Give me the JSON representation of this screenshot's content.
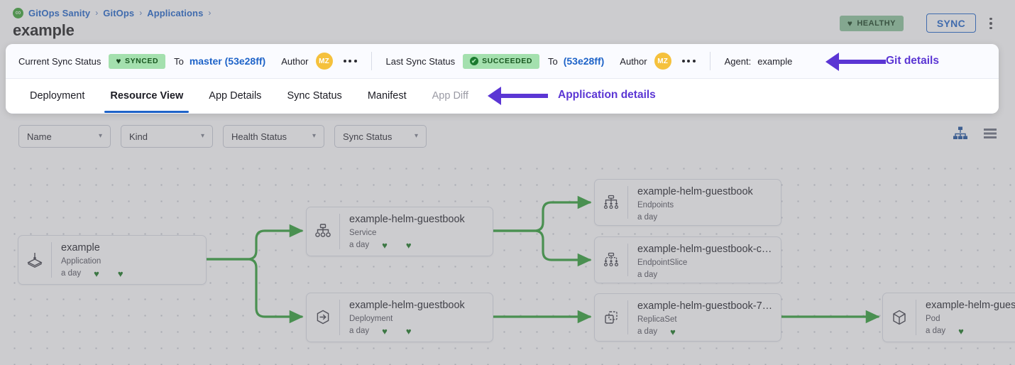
{
  "header": {
    "logo_icon": "gitops-logo-icon",
    "breadcrumb": [
      "GitOps Sanity",
      "GitOps",
      "Applications"
    ],
    "separator": "›",
    "title": "example",
    "health_badge": {
      "label": "HEALTHY",
      "icon": "heart-icon",
      "glyph": "♥",
      "color": "#8bc49a"
    },
    "sync_button": "SYNC",
    "kebab_icon": "more-vertical-icon"
  },
  "status_bar": {
    "current_sync_label": "Current Sync Status",
    "current_sync_pill": {
      "label": "SYNCED",
      "icon": "heart-icon",
      "glyph": "♥"
    },
    "current_to_label": "To",
    "current_revision": "master (53e28ff)",
    "current_author_label": "Author",
    "current_author_initials": "MZ",
    "current_more_icon": "more-horizontal-icon",
    "last_sync_label": "Last Sync Status",
    "last_sync_pill": {
      "label": "SUCCEEDED",
      "icon": "check-circle-icon",
      "glyph": "✔"
    },
    "last_to_label": "To",
    "last_revision": "(53e28ff)",
    "last_author_label": "Author",
    "last_author_initials": "MZ",
    "last_more_icon": "more-horizontal-icon",
    "agent_label": "Agent:",
    "agent_value": "example",
    "annotation": "Git details"
  },
  "tabs": {
    "items": [
      {
        "label": "Deployment",
        "active": false,
        "disabled": false
      },
      {
        "label": "Resource View",
        "active": true,
        "disabled": false
      },
      {
        "label": "App Details",
        "active": false,
        "disabled": false
      },
      {
        "label": "Sync Status",
        "active": false,
        "disabled": false
      },
      {
        "label": "Manifest",
        "active": false,
        "disabled": false
      },
      {
        "label": "App Diff",
        "active": false,
        "disabled": true
      }
    ],
    "annotation": "Application details"
  },
  "toolbar": {
    "filters": [
      {
        "label": "Name",
        "icon": "chevron-down-icon"
      },
      {
        "label": "Kind",
        "icon": "chevron-down-icon"
      },
      {
        "label": "Health Status",
        "icon": "chevron-down-icon"
      },
      {
        "label": "Sync Status",
        "icon": "chevron-down-icon"
      }
    ],
    "tree_view_icon": "tree-view-icon",
    "list_view_icon": "list-view-icon",
    "active_view": "tree"
  },
  "graph": {
    "edge_color": "#2e9e34",
    "nodes": [
      {
        "id": "app",
        "title": "example",
        "kind": "Application",
        "age": "a day",
        "hearts": 2,
        "icon": "application-icon"
      },
      {
        "id": "service",
        "title": "example-helm-guestbook",
        "kind": "Service",
        "age": "a day",
        "hearts": 2,
        "icon": "service-icon"
      },
      {
        "id": "deployment",
        "title": "example-helm-guestbook",
        "kind": "Deployment",
        "age": "a day",
        "hearts": 2,
        "icon": "deployment-icon"
      },
      {
        "id": "endpoints",
        "title": "example-helm-guestbook",
        "kind": "Endpoints",
        "age": "a day",
        "hearts": 0,
        "icon": "endpoints-icon"
      },
      {
        "id": "endpointslice",
        "title": "example-helm-guestbook-ct…",
        "kind": "EndpointSlice",
        "age": "a day",
        "hearts": 0,
        "icon": "endpointslice-icon"
      },
      {
        "id": "replicaset",
        "title": "example-helm-guestbook-74…",
        "kind": "ReplicaSet",
        "age": "a day",
        "hearts": 1,
        "icon": "replicaset-icon"
      },
      {
        "id": "pod",
        "title": "example-helm-guest",
        "kind": "Pod",
        "age": "a day",
        "hearts": 1,
        "icon": "pod-icon"
      }
    ]
  }
}
